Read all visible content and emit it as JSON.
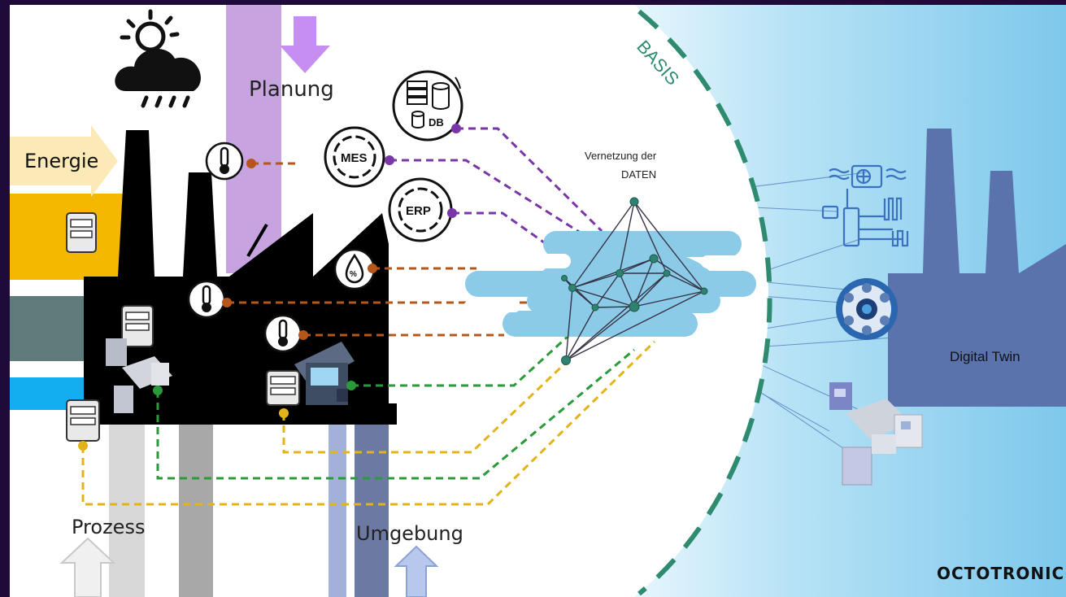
{
  "labels": {
    "energie": "Energie",
    "planung": "Planung",
    "prozess": "Prozess",
    "umgebung": "Umgebung",
    "basis": "BASIS",
    "vernetzung_line1": "Vernetzung der",
    "vernetzung_line2": "DATEN",
    "digital_twin": "Digital Twin",
    "brand": "OCTOTRONIC"
  },
  "systems": {
    "mes": "MES",
    "erp": "ERP",
    "db": "DB"
  },
  "icons": {
    "weather": "sun-cloud-rain-icon",
    "thermometer": "thermometer-icon",
    "humidity": "humidity-icon",
    "meter": "energy-meter-icon",
    "machine": "production-machine-icon"
  },
  "colors": {
    "background": "#1e0b3a",
    "energie": "#f5b800",
    "planung": "#c7a3e0",
    "basis": "#2e8b70",
    "data_cloud": "#8ccbe8",
    "twin": "#5a73ad",
    "sensor_orange": "#b5561b",
    "link_purple": "#7a35a8",
    "link_green": "#2a9a3a",
    "link_yellow": "#e3b41a"
  }
}
